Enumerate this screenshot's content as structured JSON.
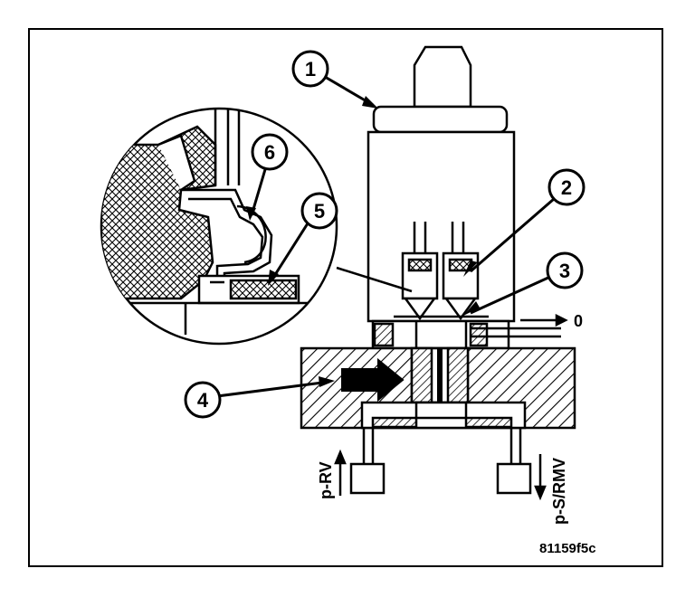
{
  "figure": {
    "reference_code": "81159f5c",
    "callouts": [
      {
        "id": "1",
        "label": "1"
      },
      {
        "id": "2",
        "label": "2"
      },
      {
        "id": "3",
        "label": "3"
      },
      {
        "id": "4",
        "label": "4"
      },
      {
        "id": "5",
        "label": "5"
      },
      {
        "id": "6",
        "label": "6"
      }
    ],
    "ports": {
      "return": "0",
      "left": "p-RV",
      "right": "p-S/RMV"
    }
  },
  "colors": {
    "ink": "#000000",
    "paper": "#ffffff"
  }
}
